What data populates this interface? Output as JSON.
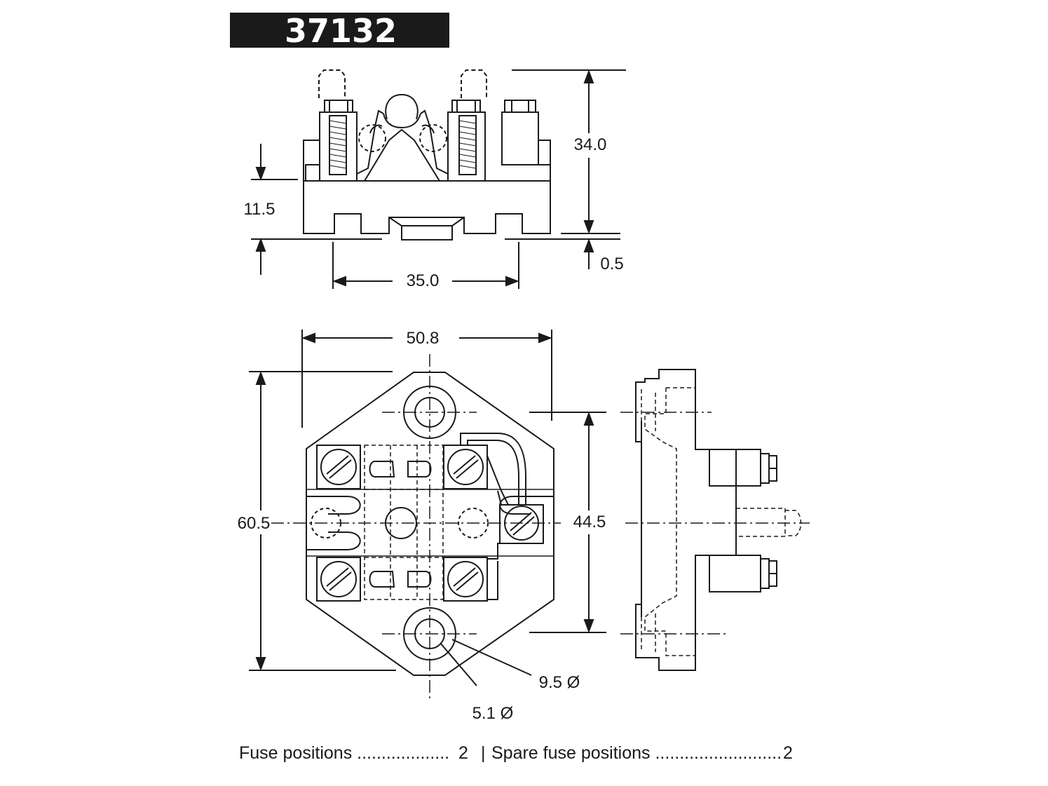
{
  "title": "37132",
  "colors": {
    "ink": "#1a1a1a",
    "title_band": "#1a1a1a",
    "background": "#ffffff"
  },
  "dimensions": {
    "height_total": "34.0",
    "height_base": "11.5",
    "offset": "0.5",
    "rail_width": "35.0",
    "overall_width": "50.8",
    "overall_height": "60.5",
    "hole_spacing": "44.5",
    "counterbore_diameter": "9.5 Ø",
    "hole_diameter": "5.1 Ø"
  },
  "specs": {
    "fuse_positions_label": "Fuse positions",
    "fuse_positions_dots": "...................",
    "fuse_positions_value": "2",
    "separator": "|",
    "spare_label": "Spare fuse positions",
    "spare_dots": "..........................",
    "spare_value": "2"
  }
}
